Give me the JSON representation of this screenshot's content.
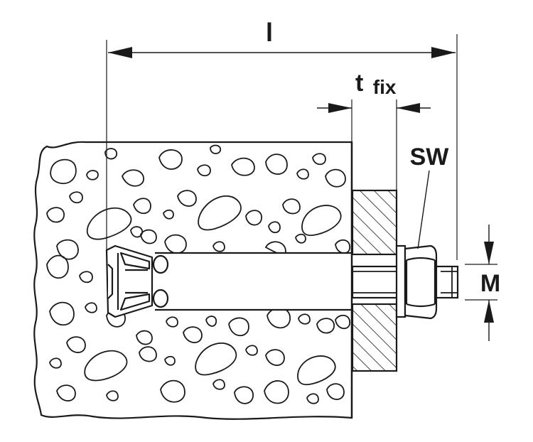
{
  "labels": {
    "length": "l",
    "tfix_main": "t",
    "tfix_sub": "fix",
    "wrench_size": "SW",
    "thread": "M"
  },
  "colors": {
    "line": "#1a1a1a",
    "background": "#ffffff"
  }
}
